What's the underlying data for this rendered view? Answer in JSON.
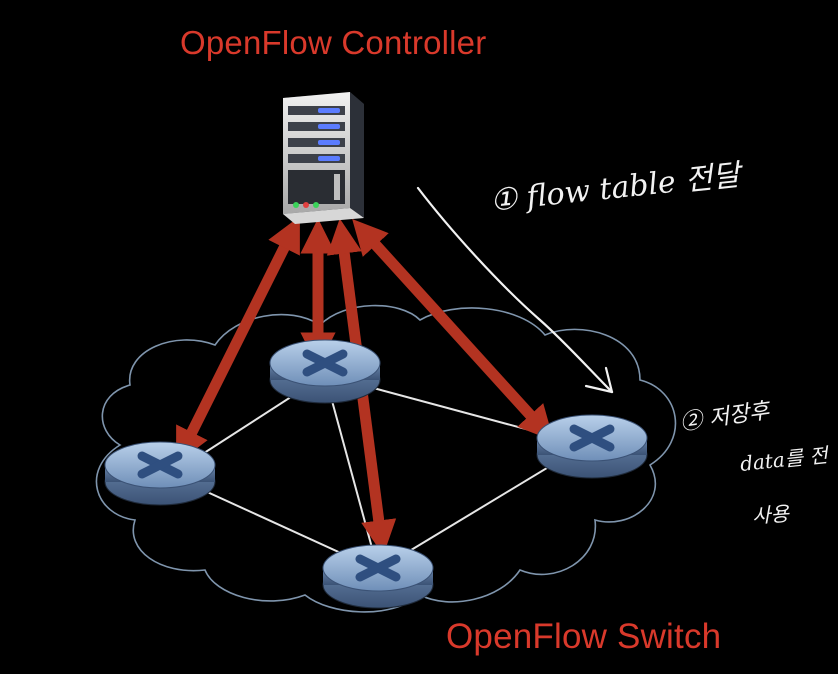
{
  "labels": {
    "controller": "OpenFlow Controller",
    "switch": "OpenFlow Switch"
  },
  "handwriting": {
    "note1": "① flow table 전달",
    "note2_line1": "② 저장후",
    "note2_line2": "data를 전",
    "note2_line3": "사용"
  },
  "colors": {
    "background": "#000000",
    "label_red": "#d9392b",
    "arrow_red": "#b33321",
    "cloud_outline": "#7f95ad",
    "switch_blue": "#8aa6c8",
    "link_white": "#e6e6e6"
  },
  "icons": {
    "controller": "server-tower-icon",
    "switch": "router-switch-icon"
  }
}
